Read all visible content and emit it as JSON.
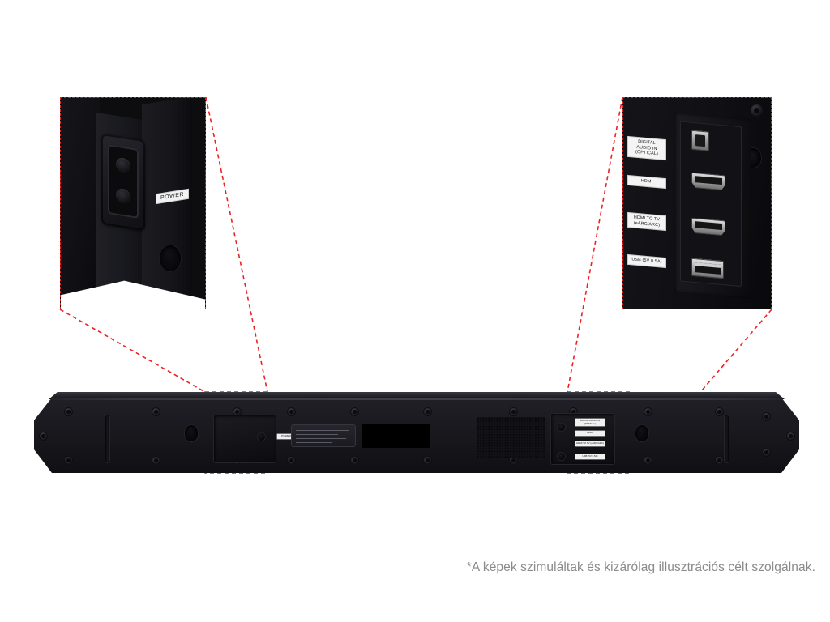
{
  "page": {
    "subject": "soundbar-rear-panel-diagram",
    "background_color": "#ffffff",
    "accent_color": "#ee2222",
    "body_color": "#1a1a20"
  },
  "callouts": {
    "left": {
      "name": "power-connector-detail",
      "power_label": "POWER"
    },
    "right": {
      "name": "port-panel-detail",
      "labels": [
        {
          "id": "optical",
          "text": "DIGITAL AUDIO IN (OPTICAL)"
        },
        {
          "id": "hdmi-in",
          "text": "HDMI"
        },
        {
          "id": "hdmi-tv",
          "text": "HDMI TO TV (eARC/ARC)"
        },
        {
          "id": "usb",
          "text": "USB (5V 0.5A)"
        }
      ]
    }
  },
  "soundbar": {
    "name": "soundbar-rear-view",
    "power_label": "POWER",
    "port_labels": [
      {
        "id": "optical",
        "text": "DIGITAL AUDIO IN (OPTICAL)"
      },
      {
        "id": "hdmi-in",
        "text": "HDMI"
      },
      {
        "id": "hdmi-tv",
        "text": "HDMI TO TV (eARC/ARC)"
      },
      {
        "id": "usb",
        "text": "USB (5V 0.5A)"
      }
    ]
  },
  "caption": {
    "text": "*A képek szimuláltak és kizárólag illusztrációs célt szolgálnak."
  }
}
